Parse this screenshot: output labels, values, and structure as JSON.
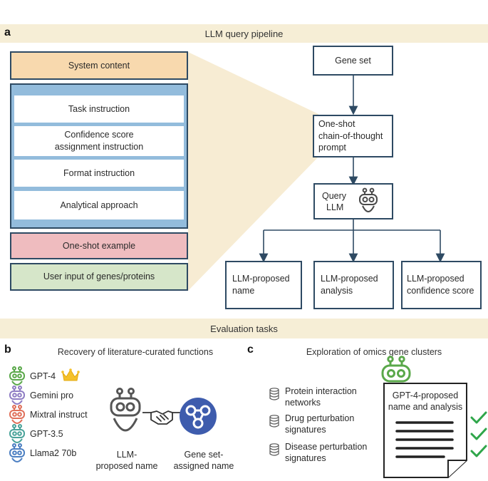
{
  "panel_a": {
    "letter": "a",
    "title": "LLM query pipeline",
    "prompt_stack": {
      "system_content": "System content",
      "task_instruction": "Task instruction",
      "confidence_instruction_line1": "Confidence score",
      "confidence_instruction_line2": "assignment instruction",
      "format_instruction": "Format instruction",
      "analytical_approach": "Analytical approach",
      "one_shot_example": "One-shot example",
      "user_input": "User input of genes/proteins"
    },
    "flow": {
      "gene_set": "Gene set",
      "prompt_line1": "One-shot",
      "prompt_line2": "chain-of-thought",
      "prompt_line3": "prompt",
      "query_line1": "Query",
      "query_line2": "LLM",
      "output_name_line1": "LLM-proposed",
      "output_name_line2": "name",
      "output_analysis_line1": "LLM-proposed",
      "output_analysis_line2": "analysis",
      "output_conf_line1": "LLM-proposed",
      "output_conf_line2": "confidence score"
    },
    "colors": {
      "system": "#f8d9ae",
      "stack_bg": "#93bcdc",
      "one_shot": "#efbcbf",
      "user_input": "#d6e6c9",
      "border": "#2e4a63",
      "fan": "#f7ecd3"
    }
  },
  "eval_title": "Evaluation tasks",
  "panel_b": {
    "letter": "b",
    "title": "Recovery of literature-curated functions",
    "models": [
      {
        "name": "GPT-4",
        "color": "#5aa84a"
      },
      {
        "name": "Gemini pro",
        "color": "#8f7dc4"
      },
      {
        "name": "Mixtral instruct",
        "color": "#e0705a"
      },
      {
        "name": "GPT-3.5",
        "color": "#4aa39a"
      },
      {
        "name": "Llama2 70b",
        "color": "#4c7fc2"
      }
    ],
    "winner_icon": "crown-icon",
    "llm_caption_line1": "LLM-",
    "llm_caption_line2": "proposed name",
    "geneset_caption_line1": "Gene set-",
    "geneset_caption_line2": "assigned name"
  },
  "panel_c": {
    "letter": "c",
    "title": "Exploration of omics gene clusters",
    "sources": [
      {
        "line1": "Protein interaction",
        "line2": "networks"
      },
      {
        "line1": "Drug perturbation",
        "line2": "signatures"
      },
      {
        "line1": "Disease perturbation",
        "line2": "signatures"
      }
    ],
    "document_title_line1": "GPT-4-proposed",
    "document_title_line2": "name and analysis",
    "check_color": "#2fa64a"
  }
}
